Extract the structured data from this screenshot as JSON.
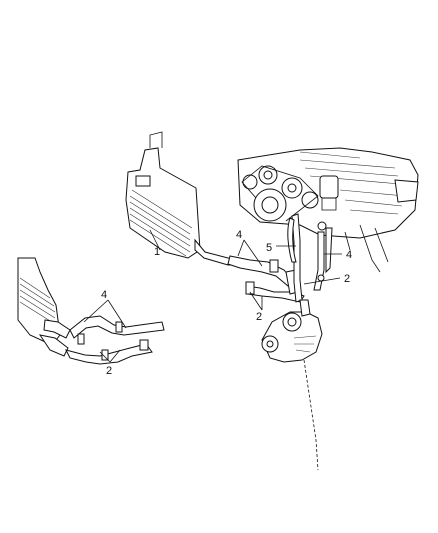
{
  "callouts": {
    "c1": "1",
    "c4a": "4",
    "c5": "5",
    "c4b": "4",
    "c2a": "2",
    "c2b": "2",
    "c4c": "4",
    "c2c": "2"
  }
}
